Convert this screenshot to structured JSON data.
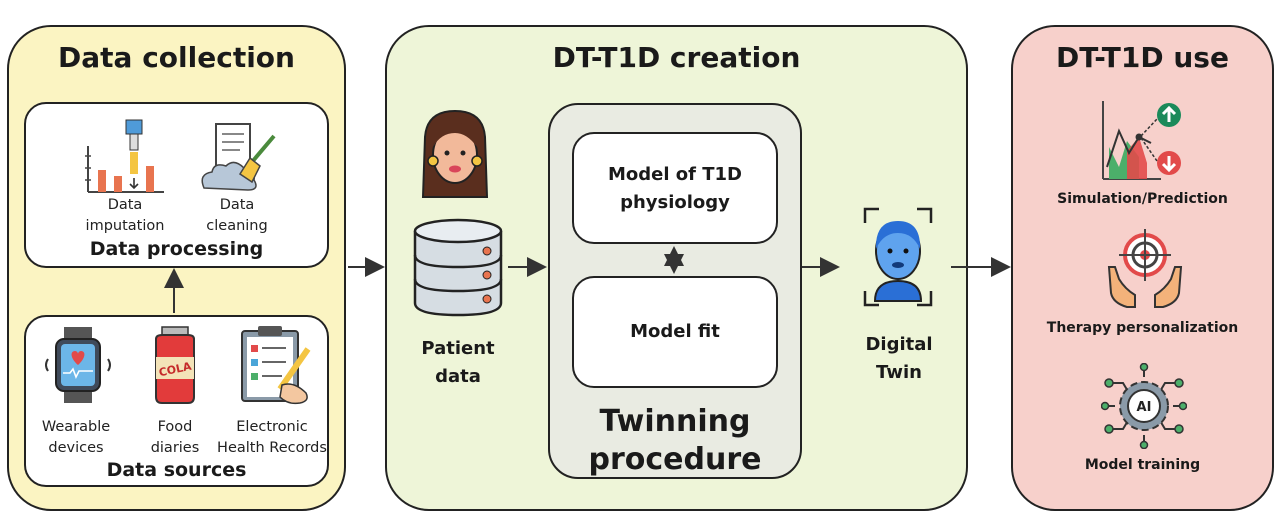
{
  "collection": {
    "title": "Data collection",
    "processing": {
      "title": "Data processing",
      "items": [
        {
          "label": "Data\nimputation",
          "icon": "bar-chart-imputation-icon"
        },
        {
          "label": "Data\ncleaning",
          "icon": "document-broom-icon"
        }
      ]
    },
    "sources": {
      "title": "Data sources",
      "items": [
        {
          "label": "Wearable\ndevices",
          "icon": "smartwatch-icon"
        },
        {
          "label": "Food\ndiaries",
          "icon": "cola-can-icon"
        },
        {
          "label": "Electronic\nHealth Records",
          "icon": "clipboard-checklist-icon"
        }
      ]
    }
  },
  "creation": {
    "title": "DT-T1D creation",
    "patient_label": "Patient\ndata",
    "twinning": {
      "title": "Twinning\nprocedure",
      "model": "Model of T1D\nphysiology",
      "fit": "Model fit"
    },
    "twin_label": "Digital\nTwin"
  },
  "use": {
    "title": "DT-T1D use",
    "items": [
      {
        "label": "Simulation/Prediction",
        "icon": "chart-up-down-icon"
      },
      {
        "label": "Therapy personalization",
        "icon": "target-hands-icon"
      },
      {
        "label": "Model training",
        "icon": "ai-gear-icon"
      }
    ]
  },
  "colors": {
    "collection_bg": "#fbf4c2",
    "creation_bg": "#eef5d8",
    "use_bg": "#f7d0cb",
    "twinning_bg": "#e9ebe2"
  }
}
